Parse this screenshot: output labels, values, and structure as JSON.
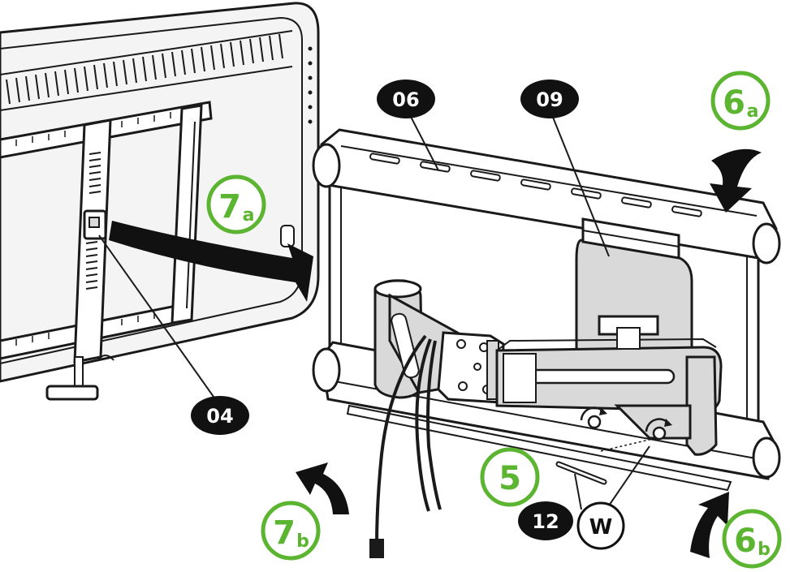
{
  "callouts": {
    "part_06": "06",
    "part_09": "09",
    "part_04": "04",
    "part_12": "12",
    "part_w": "W"
  },
  "steps": {
    "step_5": "5",
    "step_6a_num": "6",
    "step_6a_sub": "a",
    "step_6b_num": "6",
    "step_6b_sub": "b",
    "step_7a_num": "7",
    "step_7a_sub": "a",
    "step_7b_num": "7",
    "step_7b_sub": "b"
  },
  "colors": {
    "step_green": "#5cb531",
    "part_badge": "#111111",
    "line_art": "#1a1a1a",
    "panel_gray": "#d9d9d9"
  }
}
